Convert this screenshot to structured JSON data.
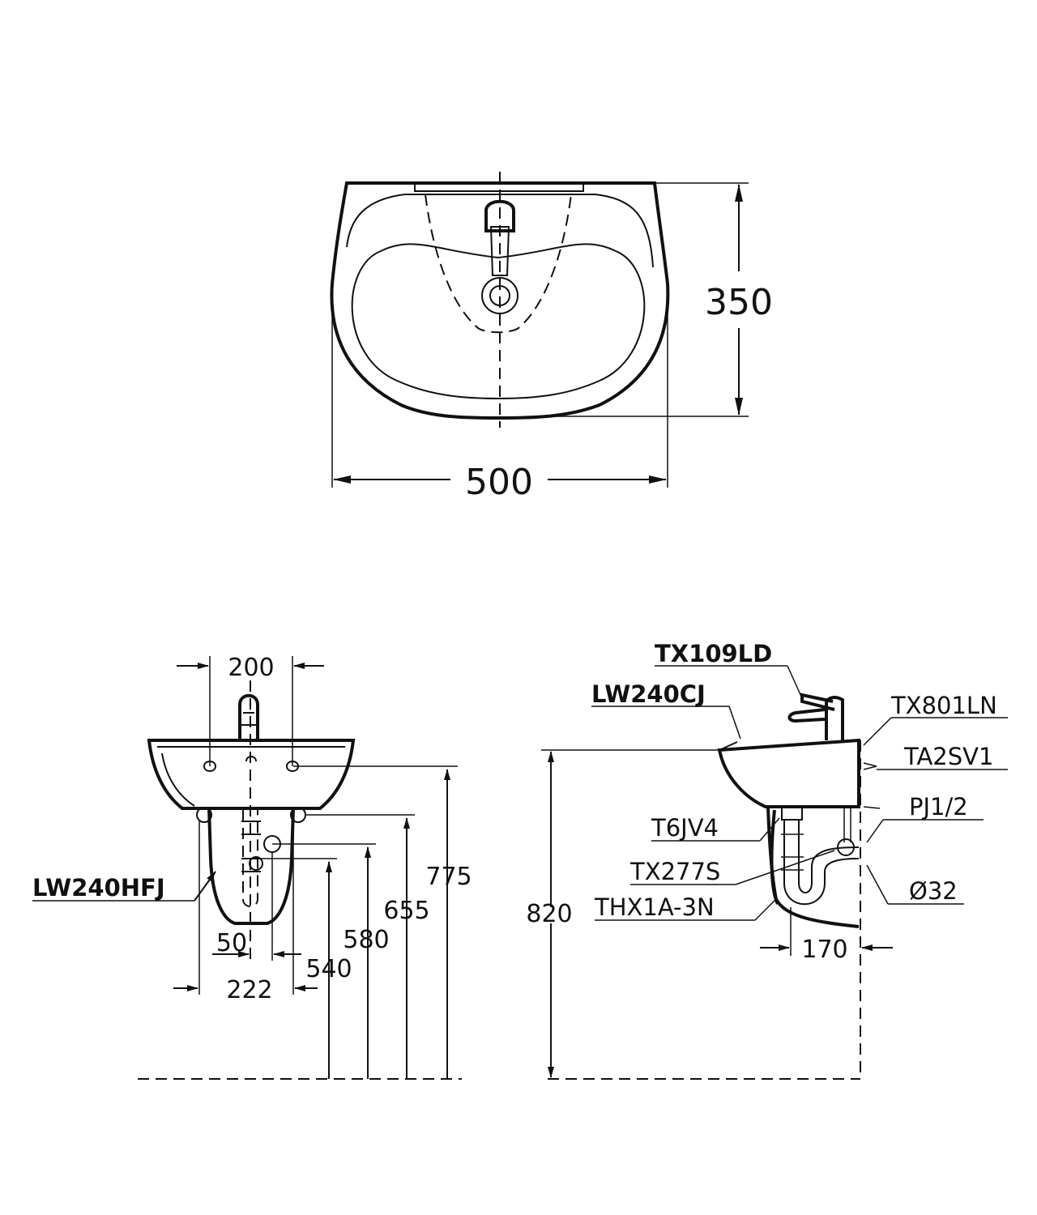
{
  "top_view": {
    "width_dim": "500",
    "depth_dim": "350"
  },
  "front_view": {
    "dim_200": "200",
    "dim_775": "775",
    "dim_655": "655",
    "dim_580": "580",
    "dim_540": "540",
    "dim_50": "50",
    "dim_222": "222",
    "label_pedestal": "LW240HFJ"
  },
  "side_view": {
    "label_faucet": "TX109LD",
    "label_basin": "LW240CJ",
    "label_tx801ln": "TX801LN",
    "label_ta2sv1": "TA2SV1",
    "label_pj12": "PJ1/2",
    "label_t6jv4": "T6JV4",
    "label_tx277s": "TX277S",
    "label_thx1a3n": "THX1A-3N",
    "label_d32": "Ø32",
    "dim_820": "820",
    "dim_170": "170"
  }
}
